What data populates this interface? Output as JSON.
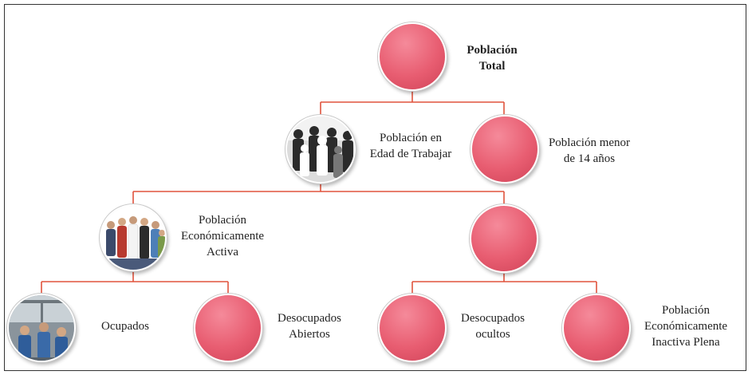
{
  "colors": {
    "connector": "#e0533d",
    "node_fill": "#e85d71",
    "frame": "#333333"
  },
  "nodes": {
    "total": {
      "label_line1": "Población",
      "label_line2": "Total"
    },
    "edad_trabajar": {
      "label_line1": "Población en",
      "label_line2": "Edad de Trabajar",
      "image": "photo-crowd-of-workers"
    },
    "menor14": {
      "label_line1": "Población menor",
      "label_line2": "de 14 años"
    },
    "pea": {
      "label_line1": "Población",
      "label_line2": "Económicamente",
      "label_line3": "Activa",
      "image": "photo-professionals-group"
    },
    "inactiva": {
      "label_line1": ""
    },
    "ocupados": {
      "label_line1": "Ocupados",
      "image": "photo-factory-workers"
    },
    "desocupados_abiertos": {
      "label_line1": "Desocupados",
      "label_line2": "Abiertos"
    },
    "desocupados_ocultos": {
      "label_line1": "Desocupados",
      "label_line2": "ocultos"
    },
    "inactiva_plena": {
      "label_line1": "Población",
      "label_line2": "Económicamente",
      "label_line3": "Inactiva Plena"
    }
  }
}
